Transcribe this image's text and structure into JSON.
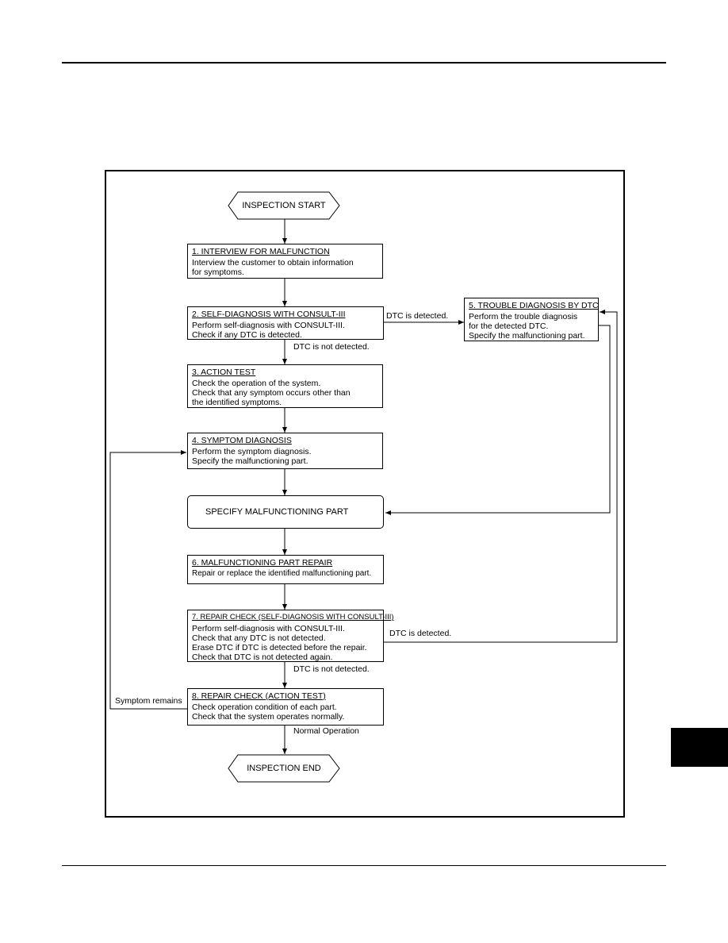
{
  "terminals": {
    "start": "INSPECTION START",
    "end": "INSPECTION END"
  },
  "steps": {
    "s1": {
      "title": "1. INTERVIEW FOR MALFUNCTION",
      "lines": [
        "Interview the customer to obtain information",
        "for symptoms."
      ]
    },
    "s2": {
      "title": "2. SELF-DIAGNOSIS WITH CONSULT-III",
      "lines": [
        "Perform self-diagnosis with CONSULT-III.",
        "Check if any DTC is detected."
      ]
    },
    "s3": {
      "title": "3. ACTION TEST",
      "lines": [
        "Check the operation of the system.",
        "Check that any symptom occurs other than",
        "the identified symptoms."
      ]
    },
    "s4": {
      "title": "4. SYMPTOM DIAGNOSIS",
      "lines": [
        "Perform the symptom diagnosis.",
        "Specify the malfunctioning part."
      ]
    },
    "specify": "SPECIFY MALFUNCTIONING PART",
    "s5": {
      "title": "5. TROUBLE DIAGNOSIS BY DTC",
      "lines": [
        "Perform the trouble diagnosis",
        "for the detected DTC.",
        "Specify the malfunctioning part."
      ]
    },
    "s6": {
      "title": "6. MALFUNCTIONING PART REPAIR",
      "lines": [
        "Repair or replace the identified malfunctioning part."
      ]
    },
    "s7": {
      "title": "7. REPAIR CHECK (SELF-DIAGNOSIS WITH CONSULT-III)",
      "lines": [
        "Perform self-diagnosis with CONSULT-III.",
        "Check that any DTC is not detected.",
        "Erase DTC if DTC is detected before the repair.",
        "Check that DTC is not detected again."
      ]
    },
    "s8": {
      "title": "8. REPAIR CHECK (ACTION TEST)",
      "lines": [
        "Check operation condition of each part.",
        "Check that the system operates normally."
      ]
    }
  },
  "labels": {
    "dtc_detected_1": "DTC is detected.",
    "dtc_not_detected_1": "DTC is not detected.",
    "dtc_detected_2": "DTC is detected.",
    "dtc_not_detected_2": "DTC is not detected.",
    "symptom_remains": "Symptom remains",
    "normal_operation": "Normal Operation"
  }
}
